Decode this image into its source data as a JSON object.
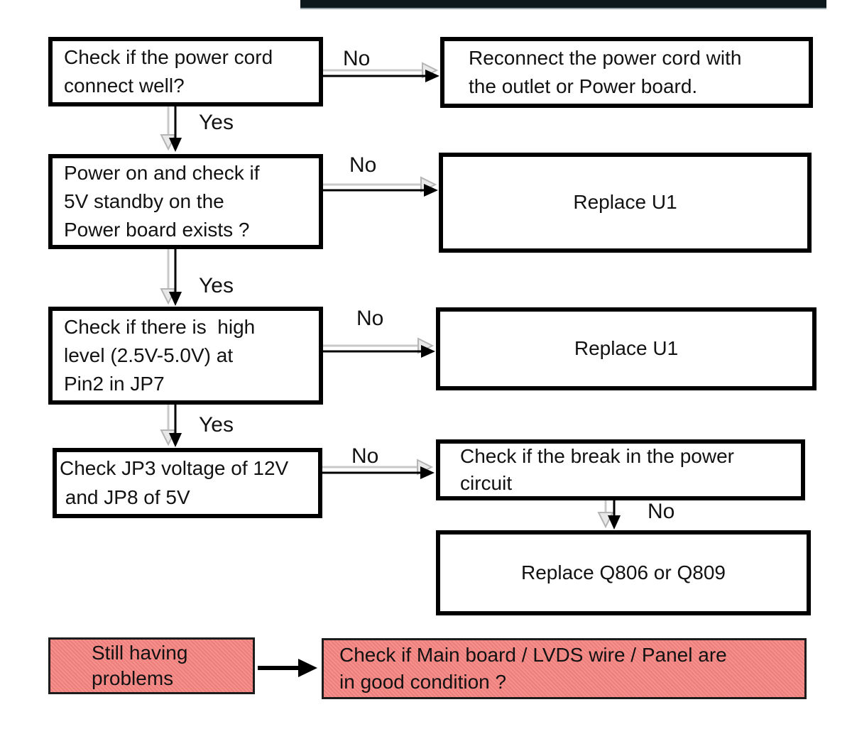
{
  "palette": {
    "ink": "#000000",
    "paper": "#ffffff",
    "pink_box": "#f48380",
    "arrow_gray": "#c9c9c9",
    "arrow_gray_head": "#e8e8e8"
  },
  "nodes": {
    "q1": {
      "text": "Check if the power cord\nconnect well?"
    },
    "a1": {
      "text": "Reconnect the power cord with\nthe outlet or Power board."
    },
    "q2": {
      "text": "Power on and check if\n5V standby on the\nPower board exists ?"
    },
    "a2": {
      "text": "Replace U1"
    },
    "q3": {
      "text": "Check if there is  high\nlevel (2.5V-5.0V) at\nPin2 in JP7"
    },
    "a3": {
      "text": "Replace U1"
    },
    "q4": {
      "text": "Check JP3 voltage of 12V\n and JP8 of 5V"
    },
    "a4": {
      "text": "Check if the break in the power\ncircuit"
    },
    "a5": {
      "text": "Replace Q806 or Q809"
    },
    "p1": {
      "text": "Still having\nproblems"
    },
    "p2": {
      "text": "Check if Main board / LVDS wire / Panel are\nin good condition ?"
    }
  },
  "labels": {
    "no1": "No",
    "no2": "No",
    "no3": "No",
    "no4": "No",
    "no5": "No",
    "yes1": "Yes",
    "yes2": "Yes",
    "yes3": "Yes"
  }
}
